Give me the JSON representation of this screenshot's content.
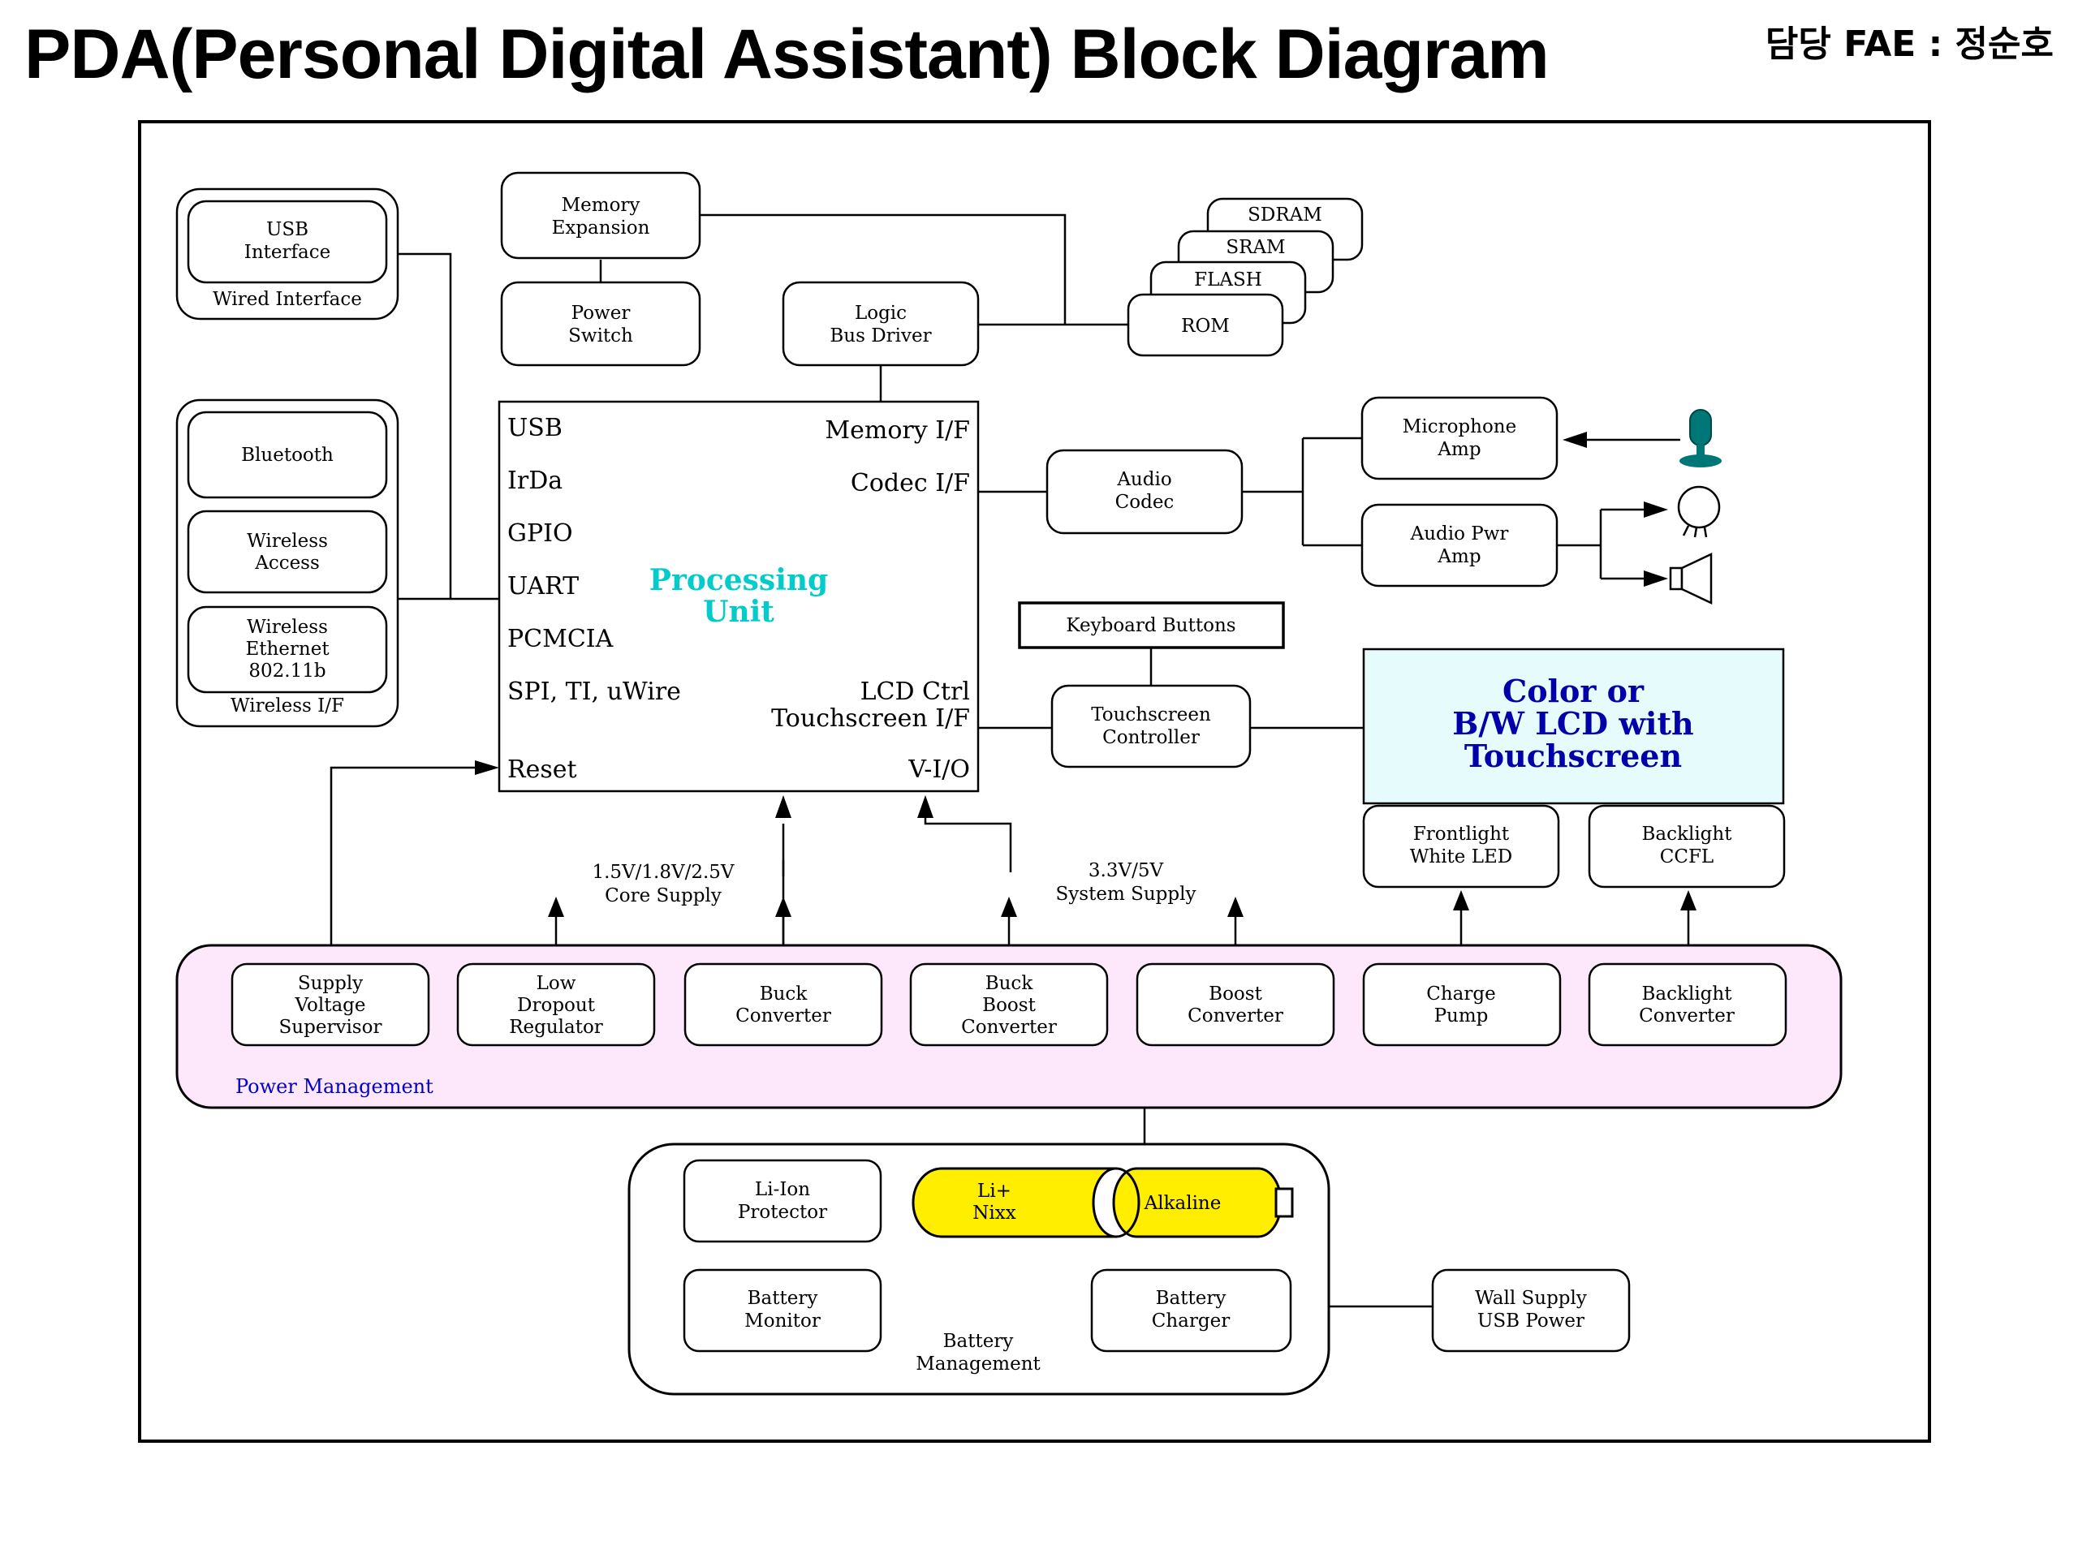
{
  "title": "PDA(Personal Digital Assistant)  Block Diagram",
  "fae": "담당 FAE : 정순호",
  "wired": {
    "usb": [
      "USB",
      "Interface"
    ],
    "group": "Wired Interface"
  },
  "wireless": {
    "bluetooth": [
      "Bluetooth"
    ],
    "access": [
      "Wireless",
      "Access"
    ],
    "ethernet": [
      "Wireless",
      "Ethernet",
      "802.11b"
    ],
    "group": "Wireless I/F"
  },
  "memory_expansion": [
    "Memory",
    "Expansion"
  ],
  "power_switch": [
    "Power",
    "Switch"
  ],
  "logic_bus": [
    "Logic",
    "Bus Driver"
  ],
  "memories": [
    "SDRAM",
    "SRAM",
    "FLASH",
    "ROM"
  ],
  "cpu": {
    "left_pins": [
      "USB",
      "IrDa",
      "GPIO",
      "UART",
      "PCMCIA",
      "SPI, TI, uWire",
      "Reset"
    ],
    "right_pins": [
      "Memory I/F",
      "Codec I/F",
      "LCD Ctrl",
      "Touchscreen I/F",
      "V-I/O"
    ],
    "name": [
      "Processing",
      "Unit"
    ]
  },
  "audio_codec": [
    "Audio",
    "Codec"
  ],
  "mic_amp": [
    "Microphone",
    "Amp"
  ],
  "audio_pwr_amp": [
    "Audio Pwr",
    "Amp"
  ],
  "keyboard": "Keyboard Buttons",
  "touch_ctrl": [
    "Touchscreen",
    "Controller"
  ],
  "lcd": [
    "Color or",
    "B/W LCD with",
    "Touchscreen"
  ],
  "frontlight": [
    "Frontlight",
    "White LED"
  ],
  "backlight": [
    "Backlight",
    "CCFL"
  ],
  "core_supply": [
    "1.5V/1.8V/2.5V",
    "Core Supply"
  ],
  "system_supply": [
    "3.3V/5V",
    "System Supply"
  ],
  "power_mgmt": {
    "label": "Power Management",
    "blocks": [
      [
        "Supply",
        "Voltage",
        "Supervisor"
      ],
      [
        "Low",
        "Dropout",
        "Regulator"
      ],
      [
        "Buck",
        "Converter"
      ],
      [
        "Buck",
        "Boost",
        "Converter"
      ],
      [
        "Boost",
        "Converter"
      ],
      [
        "Charge",
        "Pump"
      ],
      [
        "Backlight",
        "Converter"
      ]
    ]
  },
  "battery": {
    "liion_protector": [
      "Li-Ion",
      "Protector"
    ],
    "monitor": [
      "Battery",
      "Monitor"
    ],
    "li_cell": [
      "Li+",
      "Nixx"
    ],
    "alkaline": "Alkaline",
    "charger": [
      "Battery",
      "Charger"
    ],
    "label": [
      "Battery",
      "Management"
    ]
  },
  "wall_supply": [
    "Wall Supply",
    "USB Power"
  ],
  "colors": {
    "cpu_name": "#00cccc",
    "lcd_text": "#0000aa",
    "lcd_fill": "#e6fbfb",
    "pm_fill": "#fde8fb",
    "pm_label": "#0000cc",
    "battery_fill": "#ffee00"
  }
}
